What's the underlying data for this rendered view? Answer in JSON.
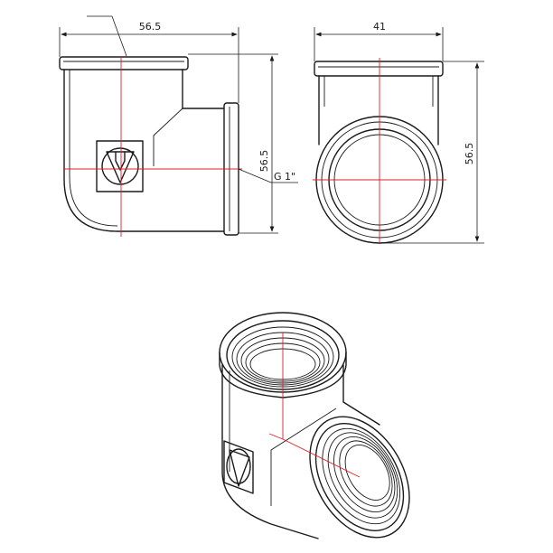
{
  "colors": {
    "outline": "#1a1a1a",
    "centerline": "#e0202a",
    "background": "#ffffff"
  },
  "front_view": {
    "width_dim": "56.5",
    "height_dim": "56.5",
    "thread_label": "G 1\""
  },
  "side_view": {
    "width_dim": "41",
    "height_dim": "56.5"
  },
  "logo": {
    "icon": "triangle-v-logo-icon"
  }
}
